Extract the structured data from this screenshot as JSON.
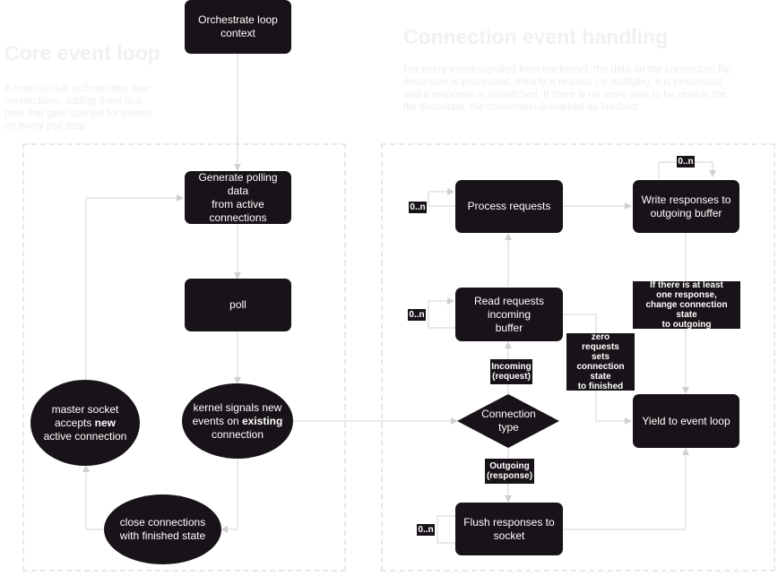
{
  "sections": {
    "core": {
      "title": "Core event loop",
      "description": "A main socket orchestrates new connections, adding them to a pool that gets queried for events on every poll step."
    },
    "connection": {
      "title": "Connection event handling",
      "description": "For every event signaled from the kernel, the data on the connection file descriptor is processed. Initially a request (or multiple), it is processed and a response is dispatched. If there is no more data to be read in the file descriptor, the connection is marked as finished"
    }
  },
  "nodes": {
    "orchestrate": "Orchestrate loop\ncontext",
    "generate": "Generate polling data\nfrom active\nconnections",
    "poll": "poll",
    "kernel_pre": "kernel signals new\nevents on ",
    "kernel_bold": "existing",
    "kernel_post": "\nconnection",
    "master_pre": "master socket\naccepts ",
    "master_bold": "new",
    "master_post": "\nactive connection",
    "close": "close connections\nwith finished state",
    "process": "Process requests",
    "write": "Write responses to\noutgoing buffer",
    "read": "Read requests\nincoming\nbuffer",
    "conn_type": "Connection\ntype",
    "flush": "Flush responses to\nsocket",
    "yield": "Yield to event loop"
  },
  "labels": {
    "loop_process": "0..n",
    "loop_write": "0..n",
    "loop_read": "0..n",
    "loop_flush": "0..n",
    "incoming": "Incoming\n(request)",
    "outgoing": "Outgoing\n(response)",
    "zero_requests": "zero\nrequests\nsets connection\nstate\n to finished",
    "at_least_one": "If there is at least\none response,\nchange connection state\nto outgoing"
  },
  "colors": {
    "node_fill": "#181318",
    "edge": "#dcdcdc",
    "region_border": "#e8e8e8",
    "heading": "#f1f1f1"
  }
}
